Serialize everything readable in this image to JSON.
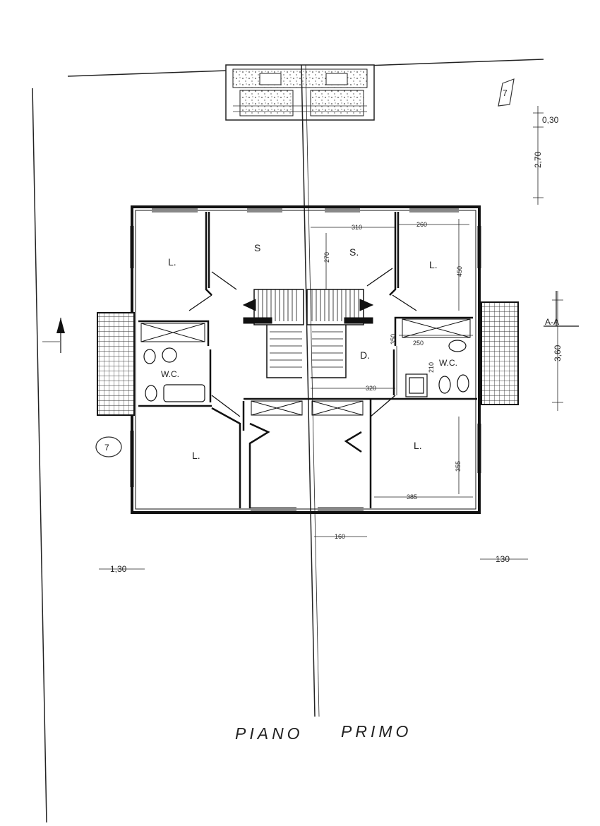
{
  "drawing": {
    "title_left": "PIANO",
    "title_right": "PRIMO",
    "section_label": "A-A",
    "annotation_left": "7",
    "annotation_top_right": "7"
  },
  "rooms": {
    "left_top_bedroom": "L.",
    "left_study": "S",
    "right_study": "S.",
    "right_top_bedroom": "L.",
    "left_bath": "W.C.",
    "right_bath": "W.C.",
    "landing": "D.",
    "left_bottom_bedroom": "L.",
    "right_bottom_bedroom": "L."
  },
  "dimensions": {
    "top_small": "0,30",
    "top_large": "2,70",
    "right_vertical": "3,60",
    "left_bottom": "1,30",
    "right_bottom": "130",
    "bottom_center": "160",
    "study_width": "310",
    "bedroom_width_tr": "260",
    "study_depth": "270",
    "bedroom_depth_tr": "450",
    "landing_depth": "350",
    "bath_width": "250",
    "bath_depth": "210",
    "landing_width": "320",
    "bedroom_depth_br": "355",
    "bedroom_width_br": "385"
  }
}
